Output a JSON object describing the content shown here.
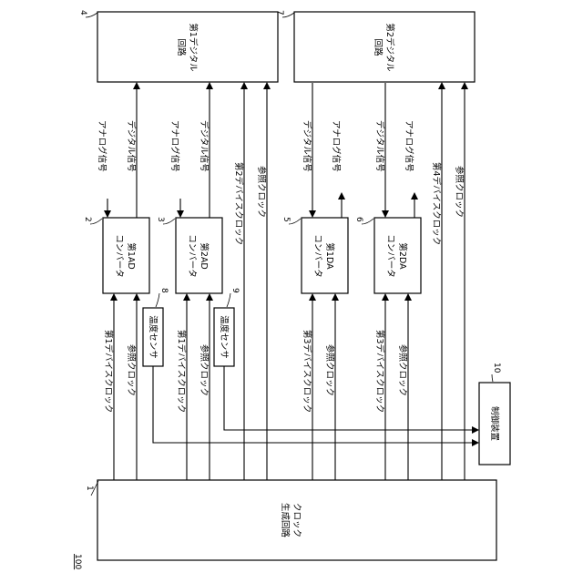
{
  "figure_ref": "100",
  "blocks": {
    "clock_gen": {
      "ref": "1",
      "line1": "クロック",
      "line2": "生成回路"
    },
    "ad1": {
      "ref": "2",
      "line1": "第1AD",
      "line2": "コンバータ"
    },
    "ad2": {
      "ref": "3",
      "line1": "第2AD",
      "line2": "コンバータ"
    },
    "digital1": {
      "ref": "4",
      "line1": "第1デジタル",
      "line2": "回路"
    },
    "da1": {
      "ref": "5",
      "line1": "第1DA",
      "line2": "コンバータ"
    },
    "da2": {
      "ref": "6",
      "line1": "第2DA",
      "line2": "コンバータ"
    },
    "digital2": {
      "ref": "7",
      "line1": "第2デジタル",
      "line2": "回路"
    },
    "temp1": {
      "ref": "8",
      "label": "温度センサ"
    },
    "temp2": {
      "ref": "9",
      "label": "温度センサ"
    },
    "controller": {
      "ref": "10",
      "label": "制御装置"
    }
  },
  "signals": {
    "device_clock_1": "第1デバイスクロック",
    "device_clock_2": "第2デバイスクロック",
    "device_clock_3": "第3デバイスクロック",
    "device_clock_4": "第4デバイスクロック",
    "reference_clock": "参照クロック",
    "analog_signal": "アナログ信号",
    "digital_signal": "デジタル信号"
  }
}
